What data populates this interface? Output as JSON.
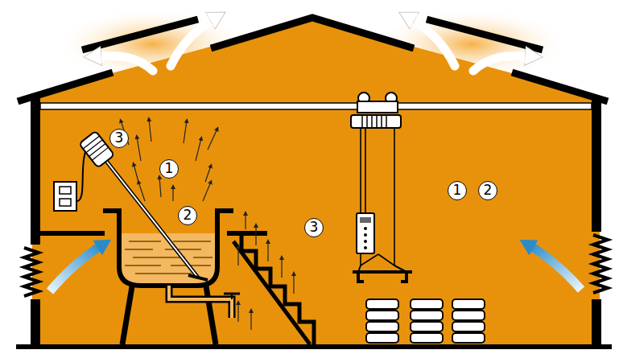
{
  "diagram": {
    "labels": [
      "3",
      "1",
      "2",
      "3",
      "1",
      "2"
    ]
  }
}
